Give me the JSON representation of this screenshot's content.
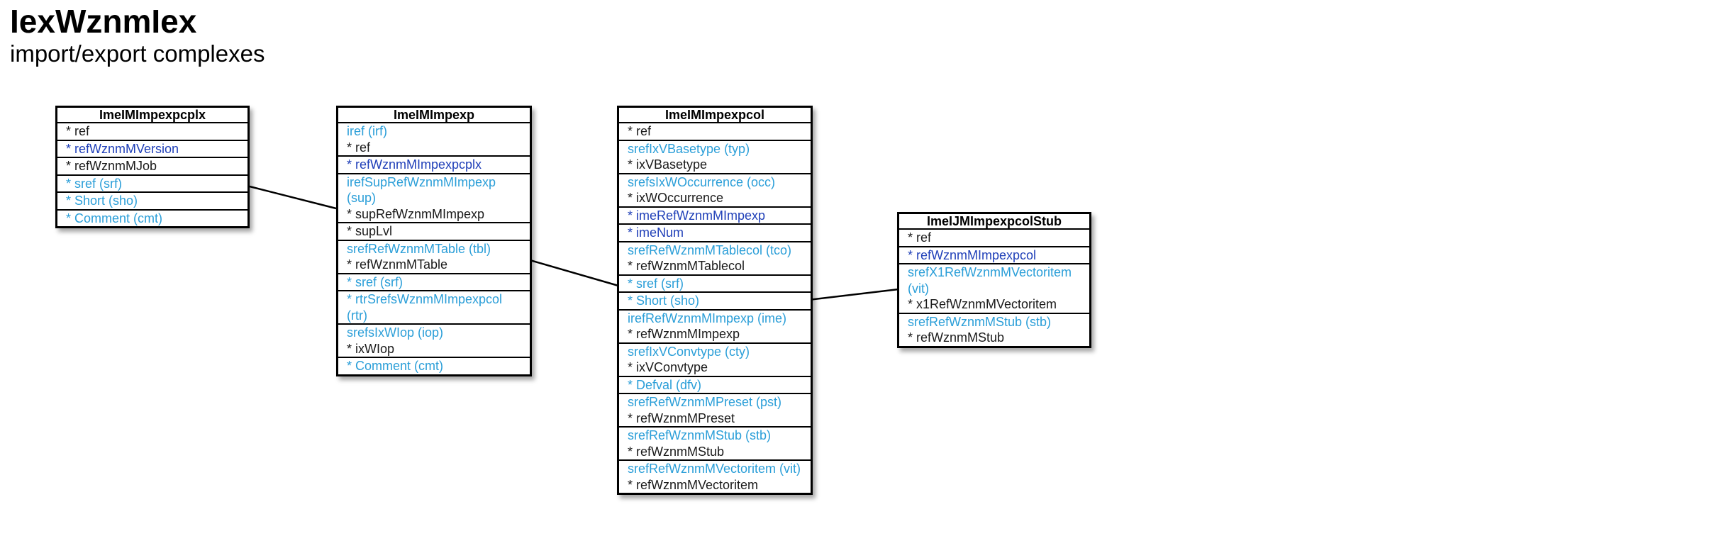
{
  "page": {
    "title": "IexWznmIex",
    "subtitle": "import/export complexes"
  },
  "entities": {
    "e1": {
      "name": "ImeIMImpexpcplx",
      "groups": [
        [
          {
            "text": "* ref",
            "color": "#1a1a1a"
          }
        ],
        [
          {
            "text": "* refWznmMVersion",
            "color": "#1f3fb8"
          }
        ],
        [
          {
            "text": "* refWznmMJob",
            "color": "#1a1a1a"
          }
        ],
        [
          {
            "text": "* sref (srf)",
            "color": "#2a9ed8"
          }
        ],
        [
          {
            "text": "* Short (sho)",
            "color": "#2a9ed8"
          }
        ],
        [
          {
            "text": "* Comment (cmt)",
            "color": "#2a9ed8"
          }
        ]
      ]
    },
    "e2": {
      "name": "ImeIMImpexp",
      "groups": [
        [
          {
            "text": "iref (irf)",
            "color": "#2a9ed8"
          },
          {
            "text": "* ref",
            "color": "#1a1a1a"
          }
        ],
        [
          {
            "text": "* refWznmMImpexpcplx",
            "color": "#1f3fb8"
          }
        ],
        [
          {
            "text": "irefSupRefWznmMImpexp (sup)",
            "color": "#2a9ed8"
          },
          {
            "text": "* supRefWznmMImpexp",
            "color": "#1a1a1a"
          }
        ],
        [
          {
            "text": "* supLvl",
            "color": "#1a1a1a"
          }
        ],
        [
          {
            "text": "srefRefWznmMTable (tbl)",
            "color": "#2a9ed8"
          },
          {
            "text": "* refWznmMTable",
            "color": "#1a1a1a"
          }
        ],
        [
          {
            "text": "* sref (srf)",
            "color": "#2a9ed8"
          }
        ],
        [
          {
            "text": "* rtrSrefsWznmMImpexpcol (rtr)",
            "color": "#2a9ed8"
          }
        ],
        [
          {
            "text": "srefsIxWIop (iop)",
            "color": "#2a9ed8"
          },
          {
            "text": "* ixWIop",
            "color": "#1a1a1a"
          }
        ],
        [
          {
            "text": "* Comment (cmt)",
            "color": "#2a9ed8"
          }
        ]
      ]
    },
    "e3": {
      "name": "ImeIMImpexpcol",
      "groups": [
        [
          {
            "text": "* ref",
            "color": "#1a1a1a"
          }
        ],
        [
          {
            "text": "srefIxVBasetype (typ)",
            "color": "#2a9ed8"
          },
          {
            "text": "* ixVBasetype",
            "color": "#1a1a1a"
          }
        ],
        [
          {
            "text": "srefsIxWOccurrence (occ)",
            "color": "#2a9ed8"
          },
          {
            "text": "* ixWOccurrence",
            "color": "#1a1a1a"
          }
        ],
        [
          {
            "text": "* imeRefWznmMImpexp",
            "color": "#1f3fb8"
          }
        ],
        [
          {
            "text": "* imeNum",
            "color": "#1f3fb8"
          }
        ],
        [
          {
            "text": "srefRefWznmMTablecol (tco)",
            "color": "#2a9ed8"
          },
          {
            "text": "* refWznmMTablecol",
            "color": "#1a1a1a"
          }
        ],
        [
          {
            "text": "* sref (srf)",
            "color": "#2a9ed8"
          }
        ],
        [
          {
            "text": "* Short (sho)",
            "color": "#2a9ed8"
          }
        ],
        [
          {
            "text": "irefRefWznmMImpexp (ime)",
            "color": "#2a9ed8"
          },
          {
            "text": "* refWznmMImpexp",
            "color": "#1a1a1a"
          }
        ],
        [
          {
            "text": "srefIxVConvtype (cty)",
            "color": "#2a9ed8"
          },
          {
            "text": "* ixVConvtype",
            "color": "#1a1a1a"
          }
        ],
        [
          {
            "text": "* Defval (dfv)",
            "color": "#2a9ed8"
          }
        ],
        [
          {
            "text": "srefRefWznmMPreset (pst)",
            "color": "#2a9ed8"
          },
          {
            "text": "* refWznmMPreset",
            "color": "#1a1a1a"
          }
        ],
        [
          {
            "text": "srefRefWznmMStub (stb)",
            "color": "#2a9ed8"
          },
          {
            "text": "* refWznmMStub",
            "color": "#1a1a1a"
          }
        ],
        [
          {
            "text": "srefRefWznmMVectoritem (vit)",
            "color": "#2a9ed8"
          },
          {
            "text": "* refWznmMVectoritem",
            "color": "#1a1a1a"
          }
        ]
      ]
    },
    "e4": {
      "name": "ImeIJMImpexpcolStub",
      "groups": [
        [
          {
            "text": "* ref",
            "color": "#1a1a1a"
          }
        ],
        [
          {
            "text": "* refWznmMImpexpcol",
            "color": "#1f3fb8"
          }
        ],
        [
          {
            "text": "srefX1RefWznmMVectoritem (vit)",
            "color": "#2a9ed8"
          },
          {
            "text": "* x1RefWznmMVectoritem",
            "color": "#1a1a1a"
          }
        ],
        [
          {
            "text": "srefRefWznmMStub (stb)",
            "color": "#2a9ed8"
          },
          {
            "text": "* refWznmMStub",
            "color": "#1a1a1a"
          }
        ]
      ]
    }
  }
}
